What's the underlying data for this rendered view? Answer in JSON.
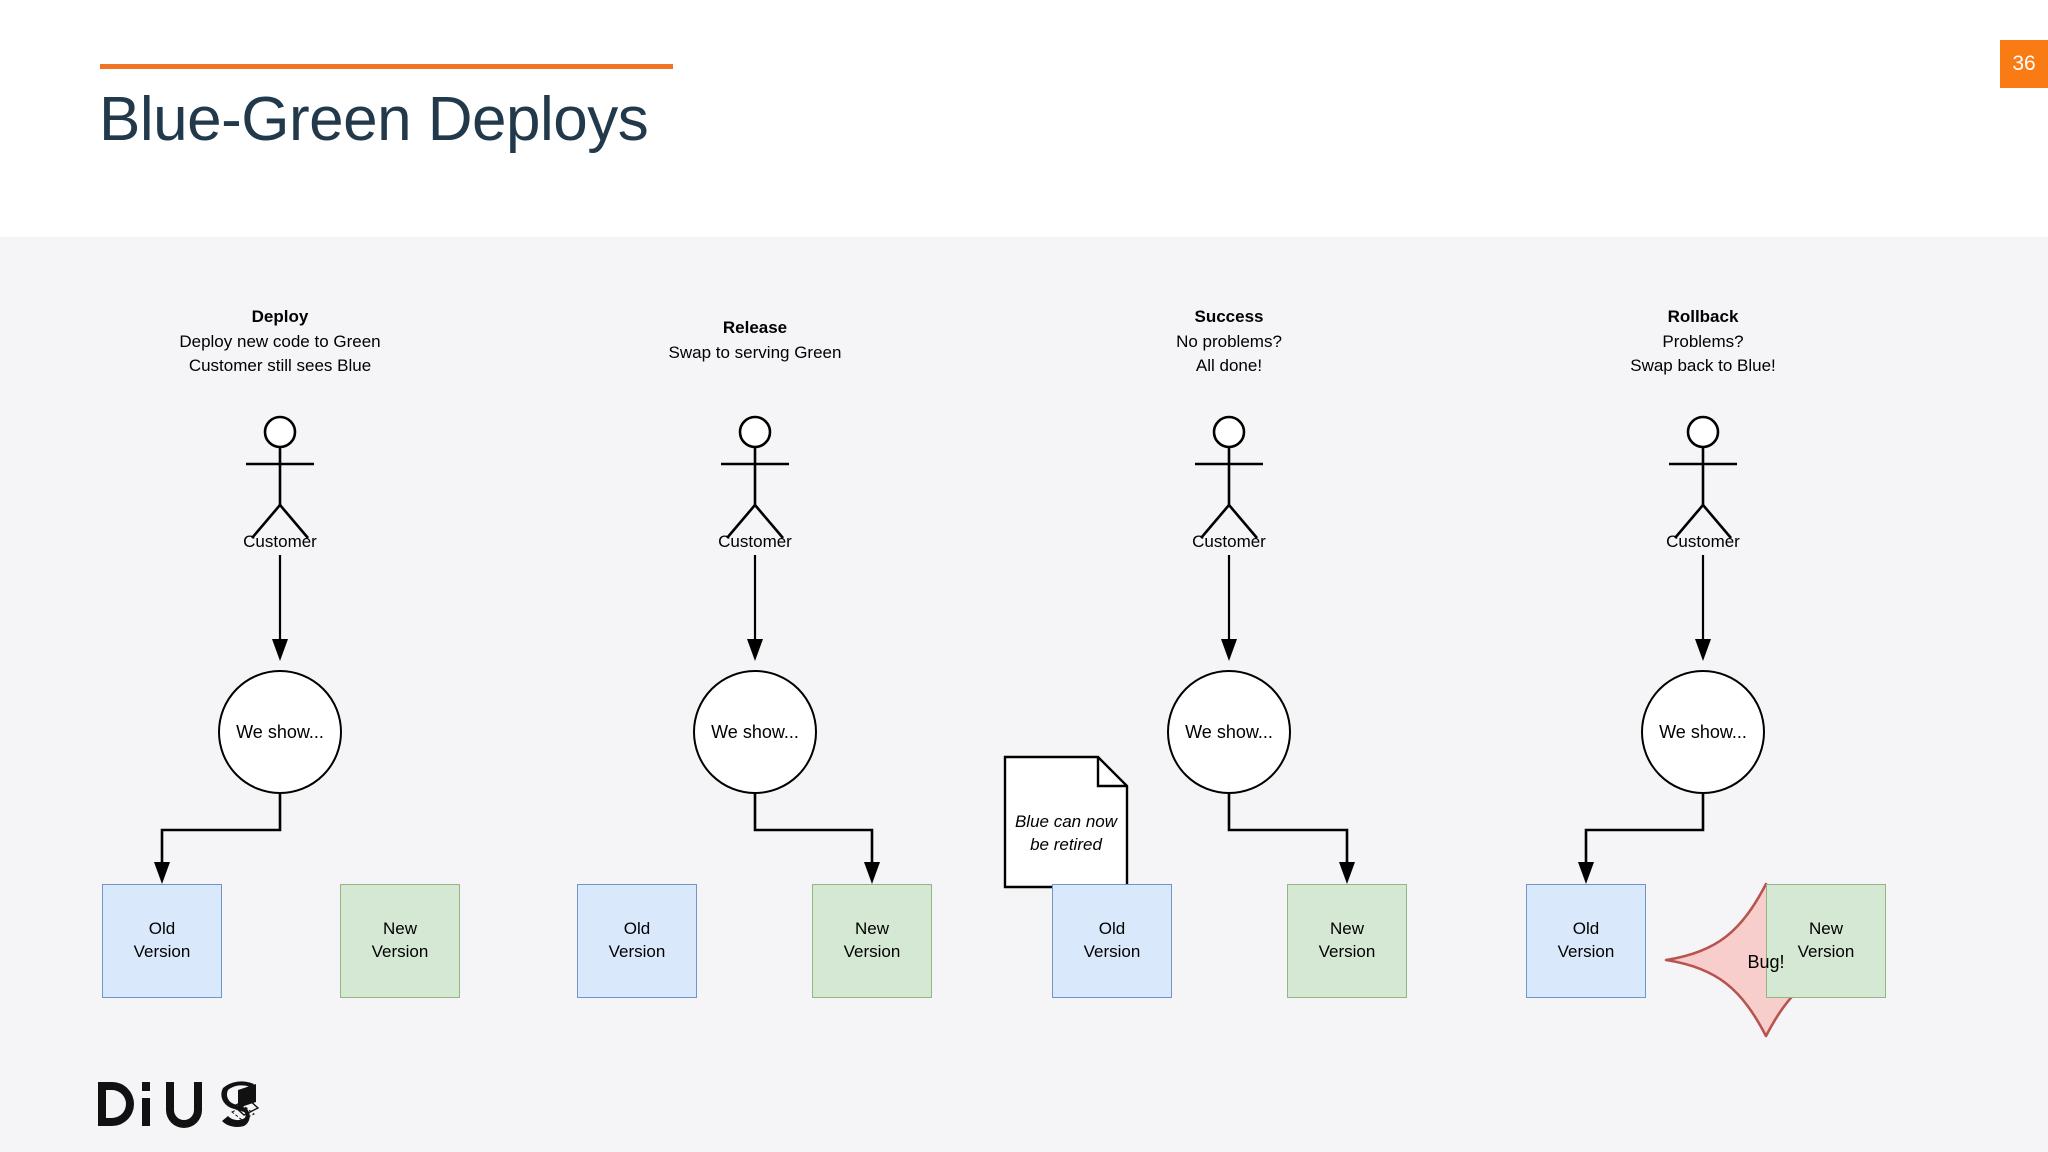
{
  "slide": {
    "title": "Blue-Green Deploys",
    "page_number": "36",
    "accent_color": "#ee7623",
    "title_color": "#21394b",
    "badge_color": "#f97b14",
    "body_background": "#f5f5f8",
    "header_background": "#ffffff"
  },
  "logo": {
    "text": "DiUS",
    "mark": "parallelogram-mark"
  },
  "colors": {
    "old_version_fill": "#dae8fc",
    "old_version_stroke": "#7095c8",
    "new_version_fill": "#d5e8d4",
    "new_version_stroke": "#93b783",
    "bug_fill": "#f8cecc",
    "bug_stroke": "#b85450",
    "connector": "#000000"
  },
  "columns": [
    {
      "id": "deploy",
      "title": "Deploy",
      "lines": [
        "Deploy new code to Green",
        "Customer still sees Blue"
      ],
      "actor_label": "Customer",
      "circle_label": "We show...",
      "left_box": {
        "line1": "Old",
        "line2": "Version",
        "kind": "old"
      },
      "right_box": {
        "line1": "New",
        "line2": "Version",
        "kind": "new"
      },
      "serving": "left"
    },
    {
      "id": "release",
      "title": "Release",
      "lines": [
        "Swap to serving Green"
      ],
      "actor_label": "Customer",
      "circle_label": "We show...",
      "left_box": {
        "line1": "Old",
        "line2": "Version",
        "kind": "old"
      },
      "right_box": {
        "line1": "New",
        "line2": "Version",
        "kind": "new"
      },
      "serving": "right"
    },
    {
      "id": "success",
      "title": "Success",
      "lines": [
        "No problems?",
        "All done!"
      ],
      "actor_label": "Customer",
      "circle_label": "We show...",
      "left_box": {
        "line1": "Old",
        "line2": "Version",
        "kind": "old"
      },
      "right_box": {
        "line1": "New",
        "line2": "Version",
        "kind": "new"
      },
      "serving": "right",
      "note": {
        "line1": "Blue can now",
        "line2": "be retired"
      }
    },
    {
      "id": "rollback",
      "title": "Rollback",
      "lines": [
        "Problems?",
        "Swap back to Blue!"
      ],
      "actor_label": "Customer",
      "circle_label": "We show...",
      "left_box": {
        "line1": "Old",
        "line2": "Version",
        "kind": "old"
      },
      "right_box": {
        "line1": "New",
        "line2": "Version",
        "kind": "new"
      },
      "serving": "left",
      "bug": {
        "label": "Bug!"
      }
    }
  ]
}
